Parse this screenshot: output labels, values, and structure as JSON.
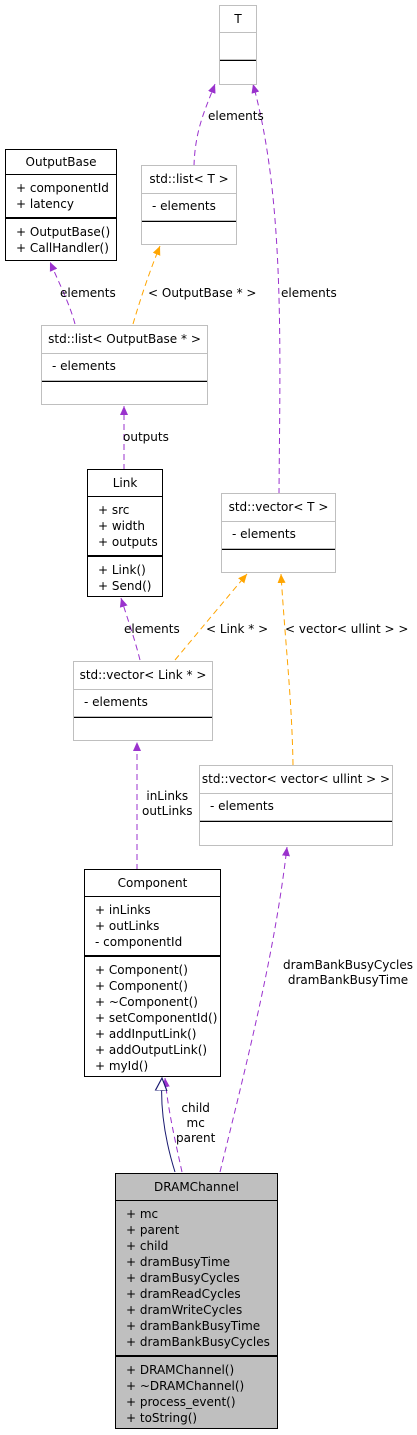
{
  "classes": {
    "T": {
      "name": "T",
      "attributes": [],
      "methods": []
    },
    "list_T": {
      "name": "std::list< T >",
      "attributes": [
        "- elements"
      ],
      "methods": []
    },
    "OutputBase": {
      "name": "OutputBase",
      "attributes": [
        "+ componentId",
        "+ latency"
      ],
      "methods": [
        "+ OutputBase()",
        "+ CallHandler()"
      ]
    },
    "list_OutputBase": {
      "name": "std::list< OutputBase * >",
      "attributes": [
        "- elements"
      ],
      "methods": []
    },
    "Link": {
      "name": "Link",
      "attributes": [
        "+ src",
        "+ width",
        "+ outputs"
      ],
      "methods": [
        "+ Link()",
        "+ Send()"
      ]
    },
    "vector_T": {
      "name": "std::vector< T >",
      "attributes": [
        "- elements"
      ],
      "methods": []
    },
    "vector_Link": {
      "name": "std::vector< Link * >",
      "attributes": [
        "- elements"
      ],
      "methods": []
    },
    "vector_vector_ullint": {
      "name": "std::vector< vector< ullint > >",
      "attributes": [
        "- elements"
      ],
      "methods": []
    },
    "Component": {
      "name": "Component",
      "attributes": [
        "+ inLinks",
        "+ outLinks",
        "- componentId"
      ],
      "methods": [
        "+ Component()",
        "+ Component()",
        "+ ~Component()",
        "+ setComponentId()",
        "+ addInputLink()",
        "+ addOutputLink()",
        "+ myId()"
      ]
    },
    "DRAMChannel": {
      "name": "DRAMChannel",
      "attributes": [
        "+ mc",
        "+ parent",
        "+ child",
        "+ dramBusyTime",
        "+ dramBusyCycles",
        "+ dramReadCycles",
        "+ dramWriteCycles",
        "+ dramBankBusyTime",
        "+ dramBankBusyCycles"
      ],
      "methods": [
        "+ DRAMChannel()",
        "+ ~DRAMChannel()",
        "+ process_event()",
        "+ toString()"
      ]
    }
  },
  "edge_labels": {
    "list_T_elements": "elements",
    "vector_T_elements": "elements",
    "list_OutputBase_tpl": "< OutputBase * >",
    "OutputBase_elements": "elements",
    "Link_outputs": "outputs",
    "Link_elements": "elements",
    "vector_Link_tpl": "< Link * >",
    "vector_vector_tpl": "< vector< ullint > >",
    "Component_links": [
      "inLinks",
      "outLinks"
    ],
    "dram_bank": [
      "dramBankBusyCycles",
      "dramBankBusyTime"
    ],
    "component_assoc": [
      "child",
      "mc",
      "parent"
    ]
  },
  "colors": {
    "association": "#9a32cd",
    "template": "#ffa500",
    "inheritance": "#191970",
    "focus_fill": "#bfbfbf",
    "border_grey": "#bfbfbf"
  }
}
